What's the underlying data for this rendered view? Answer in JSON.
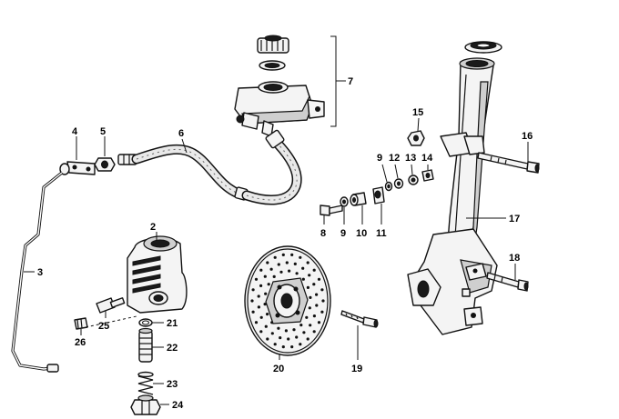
{
  "diagram": {
    "callouts": [
      {
        "n": "2",
        "label": "2"
      },
      {
        "n": "3",
        "label": "3"
      },
      {
        "n": "4",
        "label": "4"
      },
      {
        "n": "5",
        "label": "5"
      },
      {
        "n": "6",
        "label": "6"
      },
      {
        "n": "7",
        "label": "7"
      },
      {
        "n": "8",
        "label": "8"
      },
      {
        "n": "9a",
        "label": "9"
      },
      {
        "n": "9b",
        "label": "9"
      },
      {
        "n": "10",
        "label": "10"
      },
      {
        "n": "11",
        "label": "11"
      },
      {
        "n": "12",
        "label": "12"
      },
      {
        "n": "13",
        "label": "13"
      },
      {
        "n": "14",
        "label": "14"
      },
      {
        "n": "15",
        "label": "15"
      },
      {
        "n": "16",
        "label": "16"
      },
      {
        "n": "17",
        "label": "17"
      },
      {
        "n": "18",
        "label": "18"
      },
      {
        "n": "19",
        "label": "19"
      },
      {
        "n": "20",
        "label": "20"
      },
      {
        "n": "21",
        "label": "21"
      },
      {
        "n": "22",
        "label": "22"
      },
      {
        "n": "23",
        "label": "23"
      },
      {
        "n": "24",
        "label": "24"
      },
      {
        "n": "25",
        "label": "25"
      },
      {
        "n": "26",
        "label": "26"
      }
    ]
  }
}
